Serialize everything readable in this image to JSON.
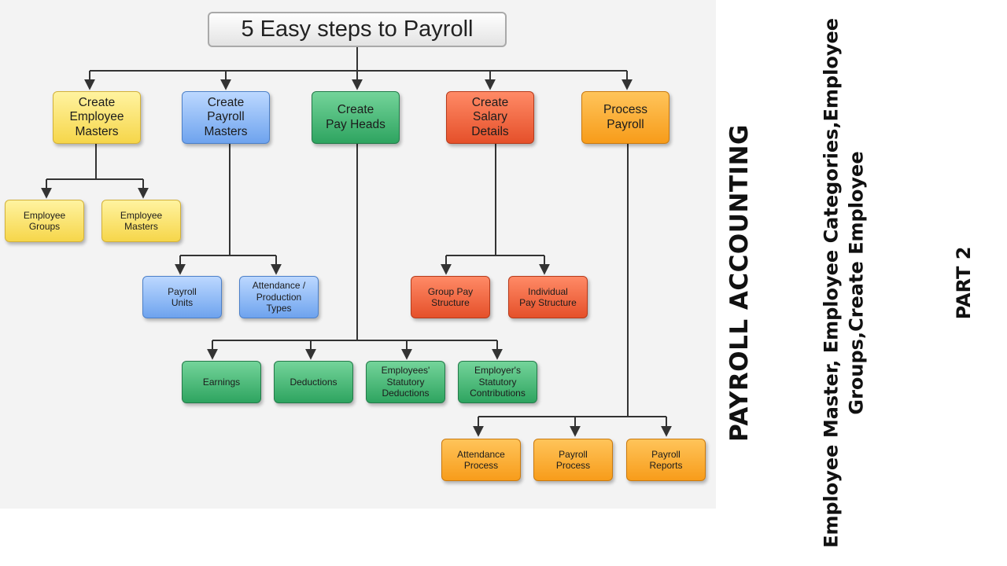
{
  "title": "5 Easy steps to Payroll",
  "nodes": {
    "create_employee_masters": "Create\nEmployee\nMasters",
    "create_payroll_masters": "Create\nPayroll\nMasters",
    "create_pay_heads": "Create\nPay Heads",
    "create_salary_details": "Create\nSalary\nDetails",
    "process_payroll": "Process\nPayroll",
    "employee_groups": "Employee\nGroups",
    "employee_masters": "Employee\nMasters",
    "payroll_units": "Payroll\nUnits",
    "attendance_production_types": "Attendance /\nProduction\nTypes",
    "group_pay_structure": "Group Pay\nStructure",
    "individual_pay_structure": "Individual\nPay Structure",
    "earnings": "Earnings",
    "deductions": "Deductions",
    "employees_statutory_deductions": "Employees'\nStatutory\nDeductions",
    "employers_statutory_contributions": "Employer's\nStatutory\nContributions",
    "attendance_process": "Attendance\nProcess",
    "payroll_process": "Payroll\nProcess",
    "payroll_reports": "Payroll\nReports"
  },
  "side": {
    "heading": "PAYROLL ACCOUNTING",
    "subtitle": "Employee Master, Employee Categories,Employee Groups,Create Employee",
    "part": "PART 2"
  },
  "colors": {
    "yellow": "#f6d64a",
    "blue": "#6ea3ee",
    "green": "#2ea460",
    "red": "#e5502a",
    "orange": "#f79c1a",
    "connector": "#333333"
  }
}
